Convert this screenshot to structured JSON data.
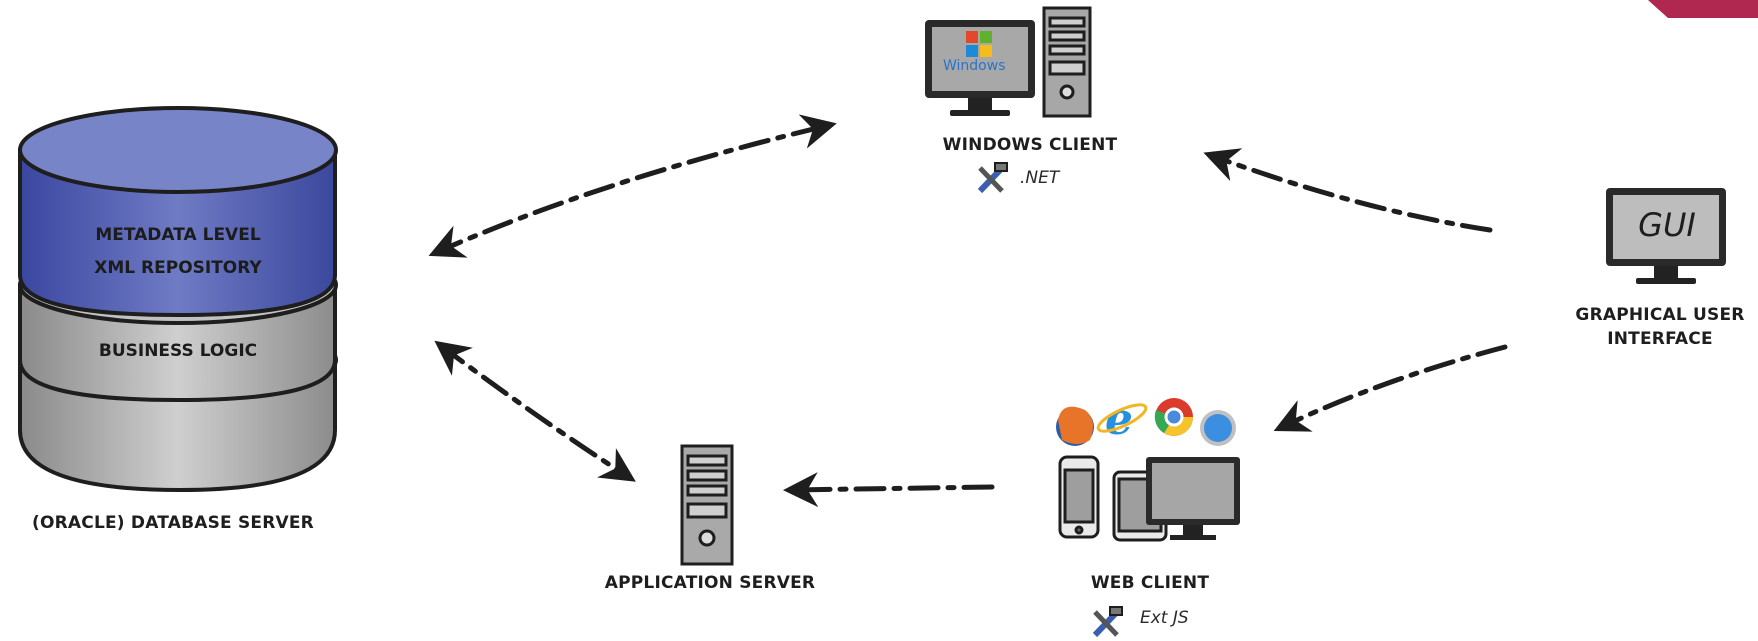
{
  "database": {
    "layer_top_line1": "METADATA LEVEL",
    "layer_top_line2": "XML REPOSITORY",
    "layer_middle": "BUSINESS LOGIC",
    "caption": "(ORACLE) DATABASE SERVER"
  },
  "windows_client": {
    "screen_text": "Windows",
    "caption": "WINDOWS CLIENT",
    "tech": ".NET",
    "tech_icon": "tools-icon"
  },
  "application_server": {
    "caption": "APPLICATION SERVER"
  },
  "web_client": {
    "caption": "WEB CLIENT",
    "tech": "Ext JS",
    "tech_icon": "tools-icon",
    "browsers": [
      "firefox-icon",
      "internet-explorer-icon",
      "chrome-icon",
      "safari-icon"
    ],
    "devices": [
      "phone-icon",
      "tablet-icon",
      "monitor-icon"
    ]
  },
  "gui": {
    "screen_text": "GUI",
    "caption_line1": "GRAPHICAL USER",
    "caption_line2": "INTERFACE"
  },
  "colors": {
    "db_blue": "#5a66b4",
    "db_gray": "#a9a9a9",
    "accent_corner": "#b0284f",
    "ink": "#1e1e1e"
  }
}
